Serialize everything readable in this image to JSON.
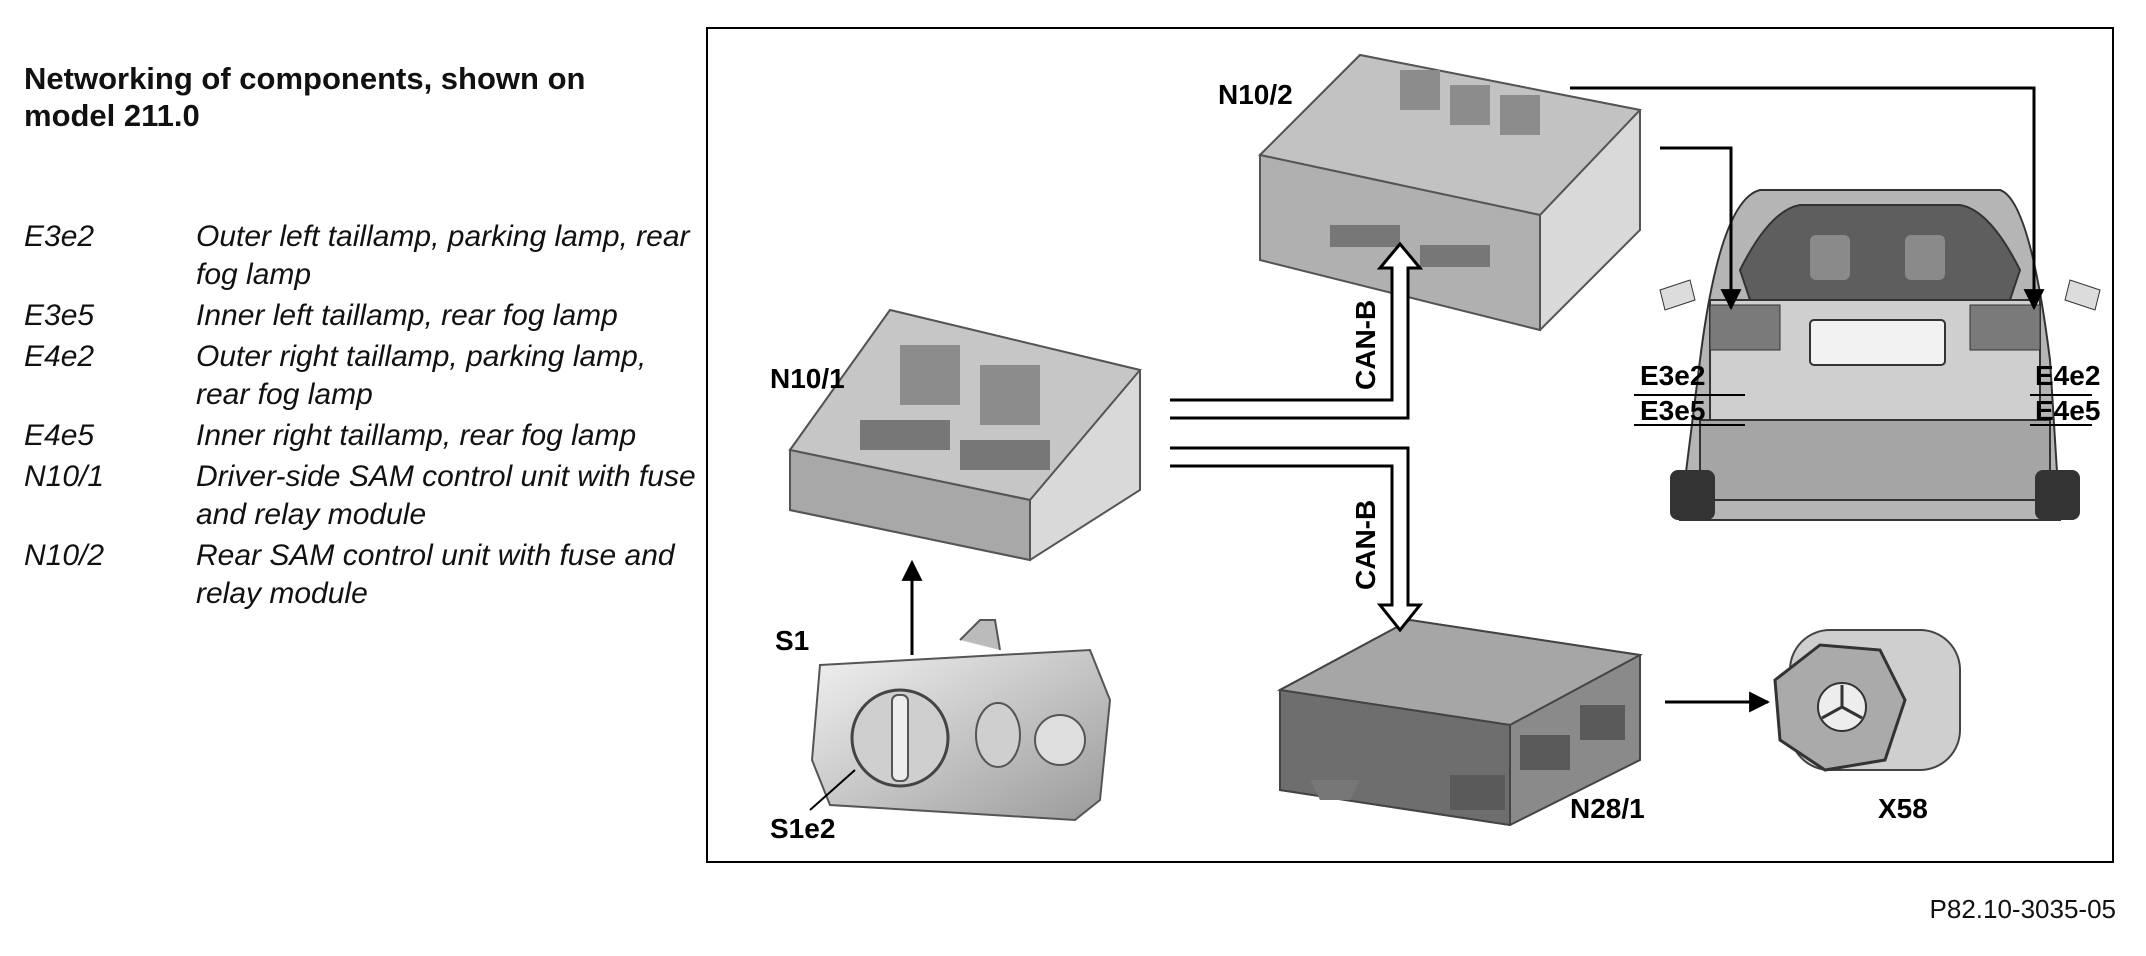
{
  "title": "Networking of components, shown on model 211.0",
  "legend": [
    {
      "code": "E3e2",
      "desc": "Outer left taillamp, parking lamp, rear fog lamp"
    },
    {
      "code": "E3e5",
      "desc": "Inner left taillamp, rear fog lamp"
    },
    {
      "code": "E4e2",
      "desc": "Outer right taillamp, parking lamp, rear fog lamp"
    },
    {
      "code": "E4e5",
      "desc": "Inner right taillamp, rear fog lamp"
    },
    {
      "code": "N10/1",
      "desc": "Driver-side SAM control unit with fuse and relay module"
    },
    {
      "code": "N10/2",
      "desc": "Rear SAM control unit with fuse and relay module"
    }
  ],
  "diagram": {
    "labels": {
      "n10_2": "N10/2",
      "n10_1": "N10/1",
      "s1": "S1",
      "s1e2": "S1e2",
      "can_b_top": "CAN-B",
      "can_b_bottom": "CAN-B",
      "e3e2": "E3e2",
      "e3e5": "E3e5",
      "e4e2": "E4e2",
      "e4e5": "E4e5",
      "n28_1": "N28/1",
      "x58": "X58"
    }
  },
  "reference": "P82.10-3035-05"
}
